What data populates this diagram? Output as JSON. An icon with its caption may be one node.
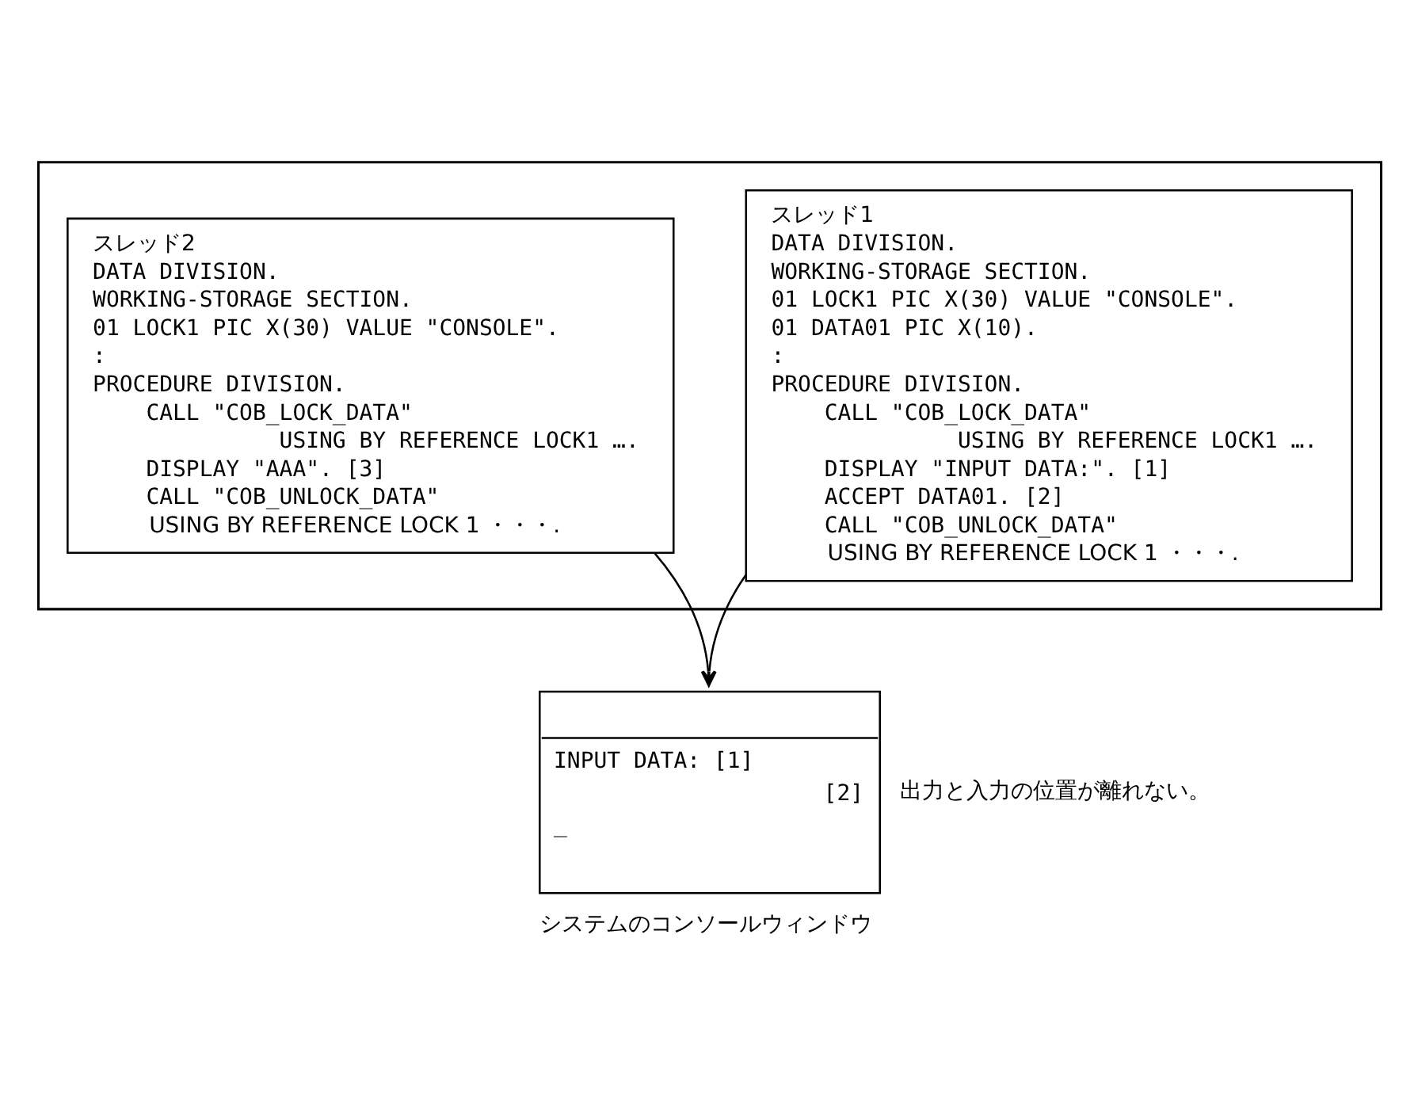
{
  "diagram": {
    "nodes": [
      {
        "text": [],
        "shape": "box"
      },
      {
        "text": [
          "スレッド1",
          "DATA DIVISION.",
          "WORKING-STORAGE SECTION.",
          "01 LOCK1 PIC X(30) VALUE \"CONSOLE\".",
          "01 DATA01 PIC X(10).",
          ":",
          "PROCEDURE DIVISION.",
          "CALL \"COB_LOCK_DATA\"",
          "USING BY REFERENCE LOCK1 ….",
          "DISPLAY \"INPUT DATA:\". [1]",
          "ACCEPT DATA01. [2]",
          "CALL \"COB_UNLOCK_DATA\"",
          "USING BY REFERENCE LOCK 1 ・・・."
        ],
        "in": 0
      },
      {
        "text": [
          "スレッド2",
          "DATA DIVISION.",
          "WORKING-STORAGE SECTION.",
          "01 LOCK1 PIC X(30) VALUE \"CONSOLE\".",
          ":",
          "PROCEDURE DIVISION.",
          "CALL \"COB_LOCK_DATA\"",
          "USING BY REFERENCE LOCK1 ….",
          "DISPLAY \"AAA\". [3]",
          "CALL \"COB_UNLOCK_DATA\"",
          "USING BY REFERENCE LOCK 1 ・・・."
        ],
        "in": 0
      },
      {
        "text": [
          "INPUT DATA: [1]",
          "[2]",
          "_"
        ],
        "beside": [
          "出力と入力の位置が離れない。",
          "システムのコンソールウィンドウ"
        ]
      }
    ],
    "edges": [
      {
        "from": 1,
        "to": 3,
        "arrow": "to"
      },
      {
        "from": 2,
        "to": 3,
        "arrow": "to"
      }
    ]
  }
}
